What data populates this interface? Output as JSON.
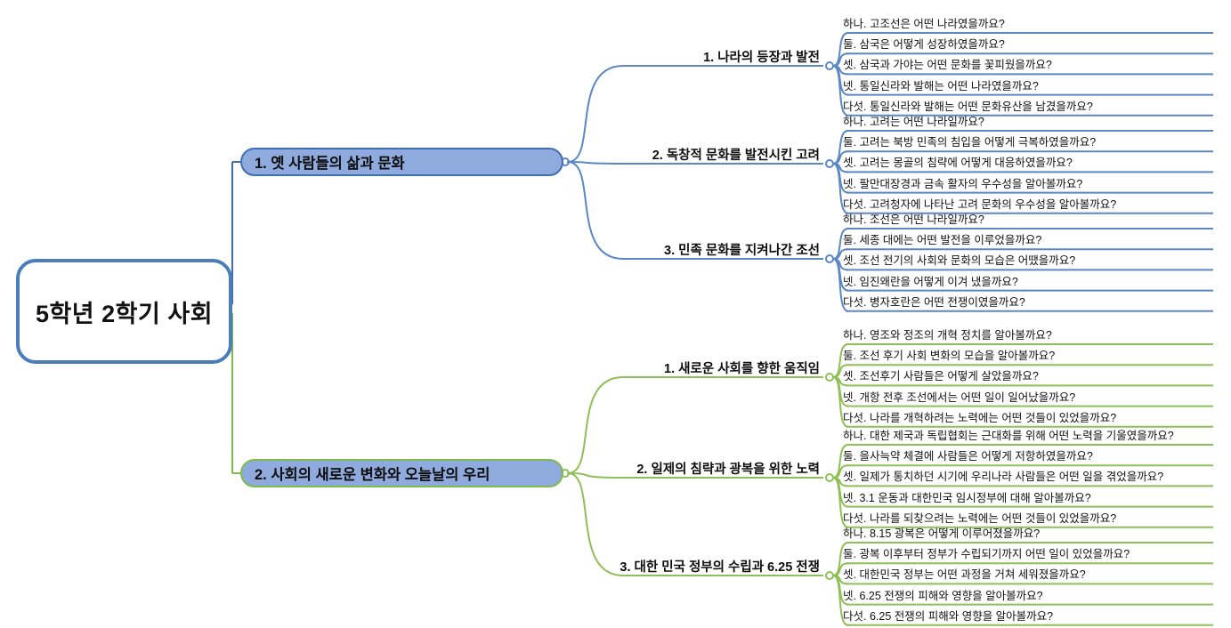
{
  "root": {
    "label": "5학년 2학기 사회"
  },
  "colors": {
    "blue_border": "#3f6db3",
    "blue_fill": "#8faadc",
    "green_border": "#7fba4c",
    "blue_line": "#5b87c4",
    "green_line": "#8fbf56",
    "root_border": "#4a7ebb"
  },
  "branches": [
    {
      "label": "1. 옛 사람들의 삶과 문화",
      "color": "blue",
      "children": [
        {
          "label": "1. 나라의 등장과 발전",
          "leaves": [
            "하나. 고조선은 어떤 나라였을까요?",
            "둘. 삼국은 어떻게 성장하였을까요?",
            "셋. 삼국과 가야는 어떤 문화를 꽃피웠을까요?",
            "넷. 통일신라와 발해는 어떤 나라였을까요?",
            "다섯. 통일신라와 발해는 어떤 문화유산을 남겼을까요?"
          ]
        },
        {
          "label": "2. 독창적 문화를 발전시킨 고려",
          "leaves": [
            "하나. 고려는 어떤 나라일까요?",
            "둘. 고려는 북방 민족의 침입을 어떻게 극복하였을까요?",
            "셋. 고려는 몽골의 침략에 어떻게 대응하였을까요?",
            "넷. 팔만대장경과 금속 활자의 우수성을 알아볼까요?",
            "다섯. 고려청자에 나타난 고려 문화의 우수성을 알아볼까요?"
          ]
        },
        {
          "label": "3. 민족 문화를 지켜나간 조선",
          "leaves": [
            "하나. 조선은 어떤 나라일까요?",
            "둘. 세종 대에는 어떤 발전을 이루었을까요?",
            "셋. 조선 전기의 사회와 문화의 모습은 어땠을까요?",
            "넷. 임진왜란을 어떻게 이겨 냈을까요?",
            "다섯. 병자호란은 어떤 전쟁이였을까요?"
          ]
        }
      ]
    },
    {
      "label": "2. 사회의 새로운 변화와 오늘날의 우리",
      "color": "green",
      "children": [
        {
          "label": "1. 새로운 사회를 향한 움직임",
          "leaves": [
            "하나. 영조와 정조의 개혁 정치를 알아볼까요?",
            "둘. 조선 후기 사회 변화의 모습을 알아볼까요?",
            "셋. 조선후기 사람들은 어떻게 살았을까요?",
            "넷. 개항 전후 조선에서는 어떤 일이 일어났을까요?",
            "다섯. 나라를 개혁하려는 노력에는 어떤 것들이 있었을까요?"
          ]
        },
        {
          "label": "2. 일제의 침략과 광복을 위한 노력",
          "leaves": [
            "하나. 대한 제국과 독립협회는 근대화를 위해 어떤 노력을 기울였을까요?",
            "둘. 을사늑약 체결에 사람들은 어떻게 저항하였을까요?",
            "셋. 일제가 통치하던 시기에 우리나라 사람들은 어떤 일을 겪었을까요?",
            "넷. 3.1 운동과 대한민국 임시정부에 대해 알아볼까요?",
            "다섯. 나라를 되찾으려는 노력에는 어떤 것들이 있었을까요?"
          ]
        },
        {
          "label": "3. 대한 민국 정부의 수립과 6.25 전쟁",
          "leaves": [
            "하나. 8.15 광복은 어떻게 이루어졌을까요?",
            "둘. 광복 이후부터 정부가 수립되기까지 어떤 일이 있었을까요?",
            "셋. 대한민국 정부는 어떤 과정을 거쳐 세워졌을까요?",
            "넷. 6.25 전쟁의 피해와 영향을 알아볼까요?",
            "다섯. 6.25 전쟁의 피해와 영향을 알아볼까요?"
          ]
        }
      ]
    }
  ]
}
